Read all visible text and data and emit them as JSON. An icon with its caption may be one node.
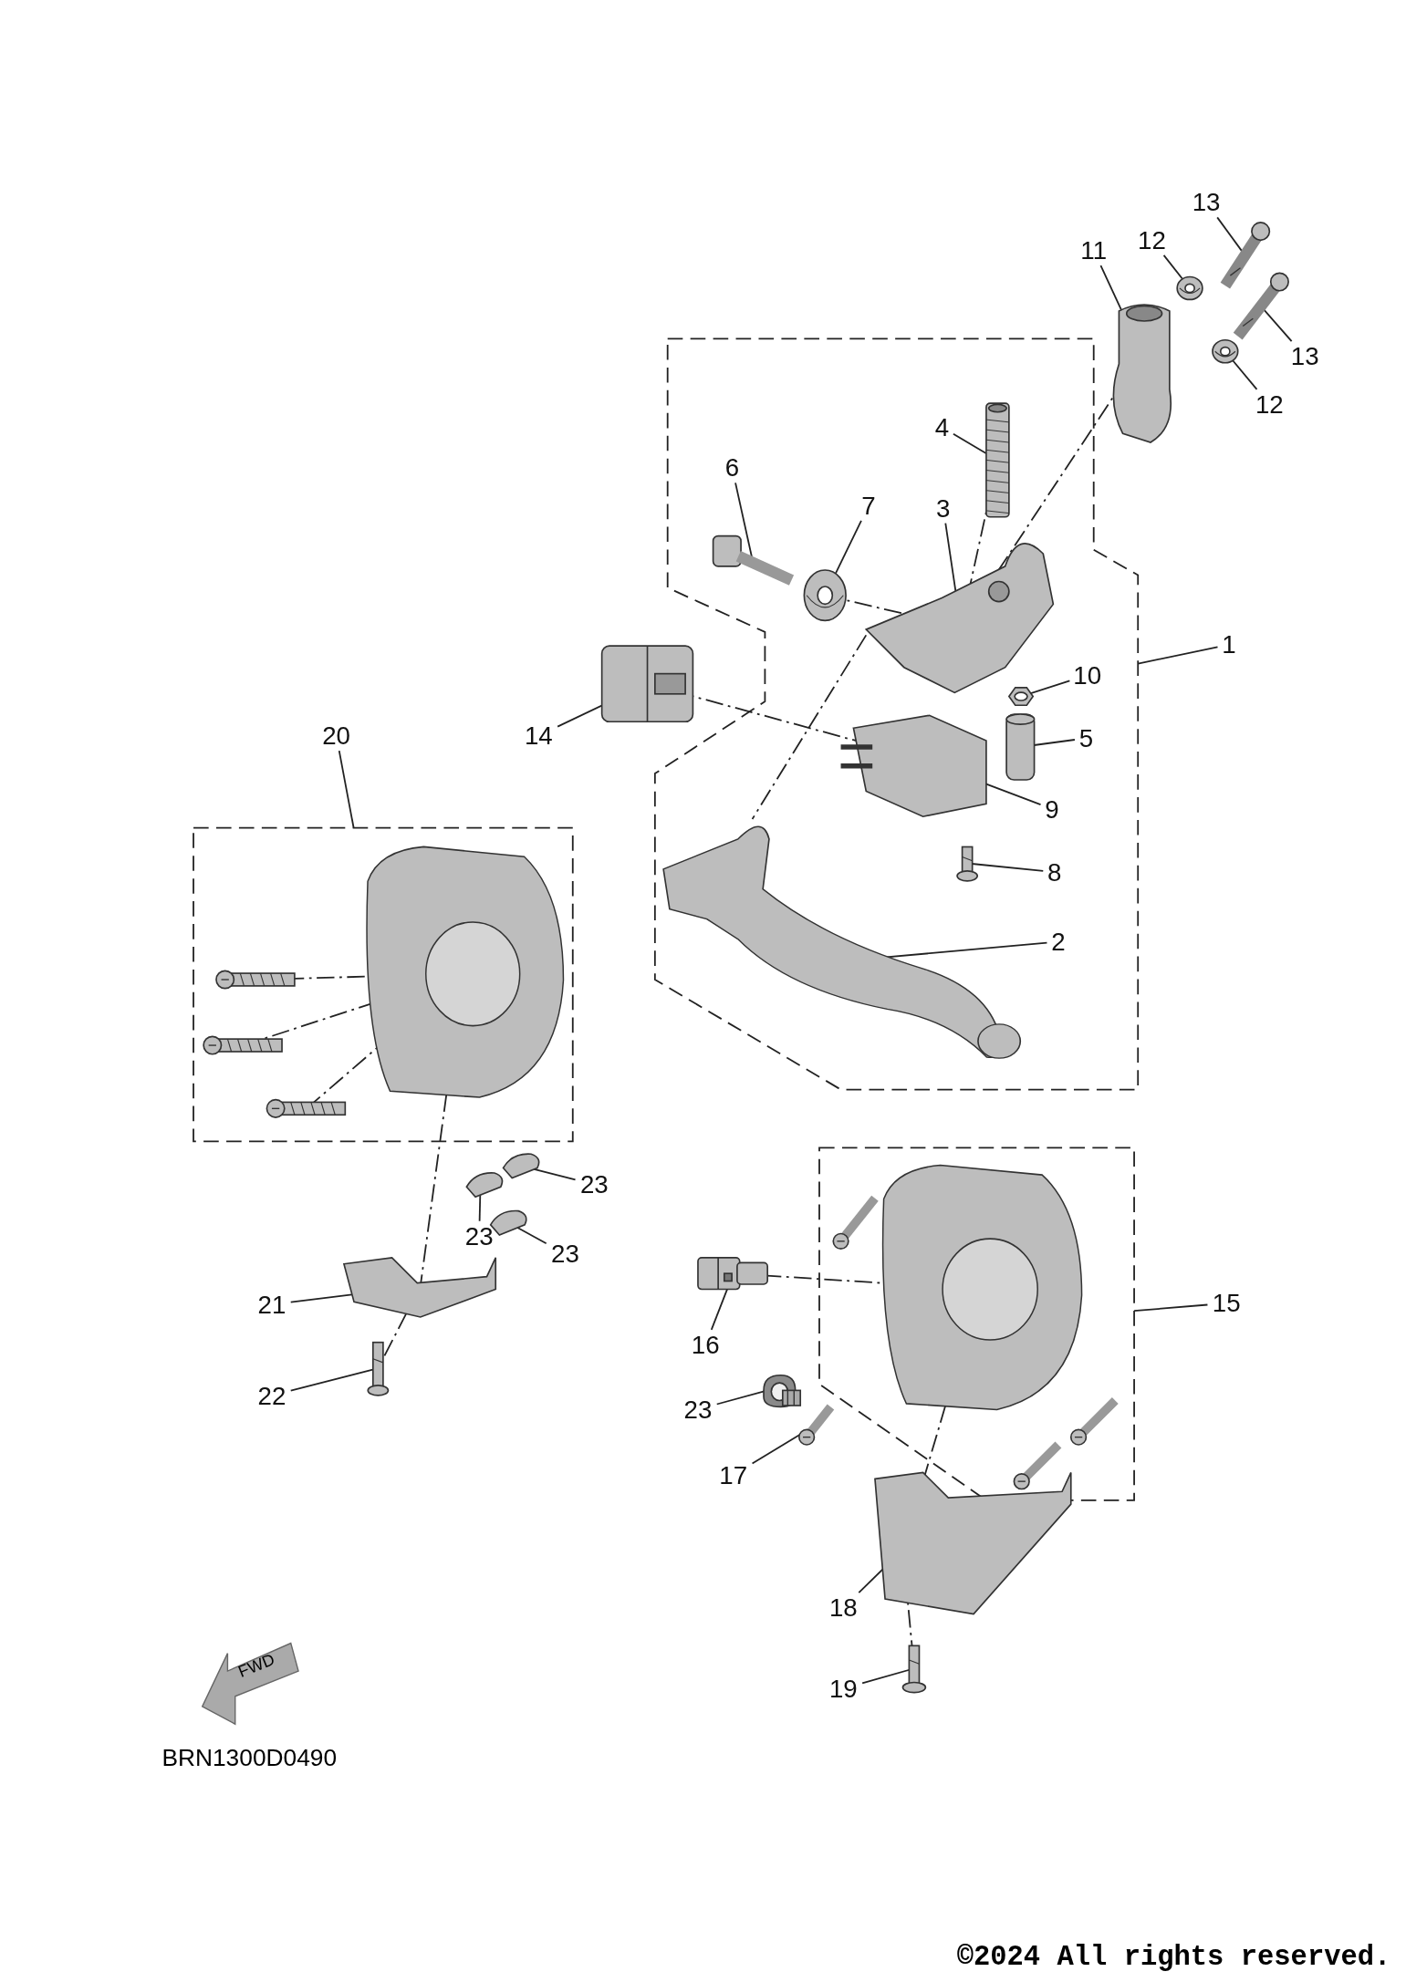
{
  "diagram": {
    "nodes": [
      {
        "text": [
          "13"
        ]
      },
      {
        "text": [
          "12"
        ]
      },
      {
        "text": [
          "11"
        ]
      },
      {
        "text": [],
        "shape": "picture"
      },
      {
        "text": [],
        "shape": "picture"
      },
      {
        "text": [],
        "shape": "picture"
      },
      {
        "text": [],
        "shape": "picture"
      },
      {
        "text": [],
        "shape": "picture"
      },
      {
        "text": [
          "13"
        ]
      },
      {
        "text": [
          "12"
        ]
      },
      {
        "text": [],
        "shape": "box"
      },
      {
        "text": [
          "4"
        ],
        "in": 10
      },
      {
        "text": [],
        "shape": "picture",
        "in": 10
      },
      {
        "text": [
          "6"
        ],
        "in": 10
      },
      {
        "text": [],
        "shape": "picture",
        "in": 10
      },
      {
        "text": [
          "7"
        ],
        "in": 10
      },
      {
        "text": [],
        "shape": "picture",
        "in": 10
      },
      {
        "text": [
          "3"
        ],
        "in": 10
      },
      {
        "text": [],
        "shape": "picture",
        "in": 10
      },
      {
        "text": [
          "10"
        ],
        "in": 10
      },
      {
        "text": [],
        "shape": "picture",
        "in": 10
      },
      {
        "text": [],
        "shape": "picture",
        "in": 10
      },
      {
        "text": [
          "5"
        ],
        "in": 10
      },
      {
        "text": [],
        "shape": "picture",
        "in": 10
      },
      {
        "text": [
          "9"
        ],
        "in": 10
      },
      {
        "text": [],
        "shape": "picture",
        "in": 10
      },
      {
        "text": [
          "8"
        ],
        "in": 10
      },
      {
        "text": [],
        "shape": "picture",
        "in": 10
      },
      {
        "text": [
          "2"
        ],
        "in": 10
      },
      {
        "text": [
          "1"
        ]
      },
      {
        "text": [
          "14"
        ]
      },
      {
        "text": [],
        "shape": "picture"
      },
      {
        "text": [
          "20"
        ]
      },
      {
        "text": [],
        "shape": "box"
      },
      {
        "text": [],
        "shape": "picture",
        "in": 33
      },
      {
        "text": [],
        "shape": "picture",
        "in": 33
      },
      {
        "text": [],
        "shape": "picture",
        "in": 33
      },
      {
        "text": [],
        "shape": "picture",
        "in": 33
      },
      {
        "text": [],
        "shape": "picture"
      },
      {
        "text": [
          "23"
        ]
      },
      {
        "text": [],
        "shape": "picture"
      },
      {
        "text": [
          "23"
        ]
      },
      {
        "text": [],
        "shape": "picture"
      },
      {
        "text": [
          "23"
        ]
      },
      {
        "text": [],
        "shape": "picture"
      },
      {
        "text": [
          "21"
        ]
      },
      {
        "text": [],
        "shape": "picture"
      },
      {
        "text": [
          "22"
        ]
      },
      {
        "text": [],
        "shape": "box"
      },
      {
        "text": [
          "15"
        ]
      },
      {
        "text": [],
        "shape": "picture",
        "in": 48
      },
      {
        "text": [],
        "shape": "picture",
        "in": 48
      },
      {
        "text": [],
        "shape": "picture",
        "in": 48
      },
      {
        "text": [],
        "shape": "picture",
        "in": 48
      },
      {
        "text": [],
        "shape": "picture"
      },
      {
        "text": [
          "16"
        ]
      },
      {
        "text": [],
        "shape": "picture"
      },
      {
        "text": [
          "23"
        ]
      },
      {
        "text": [],
        "shape": "picture"
      },
      {
        "text": [
          "17"
        ]
      },
      {
        "text": [],
        "shape": "picture"
      },
      {
        "text": [
          "18"
        ]
      },
      {
        "text": [],
        "shape": "picture"
      },
      {
        "text": [
          "19"
        ]
      }
    ],
    "edges": [
      {
        "from": 0,
        "to": 3,
        "arrow": "none"
      },
      {
        "from": 1,
        "to": 4,
        "arrow": "none"
      },
      {
        "from": 2,
        "to": 5,
        "arrow": "none"
      },
      {
        "from": 8,
        "to": 6,
        "arrow": "none"
      },
      {
        "from": 9,
        "to": 7,
        "arrow": "none"
      },
      {
        "from": 11,
        "to": 12,
        "arrow": "none"
      },
      {
        "from": 13,
        "to": 14,
        "arrow": "none"
      },
      {
        "from": 15,
        "to": 16,
        "arrow": "none"
      },
      {
        "from": 17,
        "to": 18,
        "arrow": "none"
      },
      {
        "from": 19,
        "to": 20,
        "arrow": "none"
      },
      {
        "from": 22,
        "to": 21,
        "arrow": "none"
      },
      {
        "from": 24,
        "to": 23,
        "arrow": "none"
      },
      {
        "from": 26,
        "to": 25,
        "arrow": "none"
      },
      {
        "from": 28,
        "to": 27,
        "arrow": "none"
      },
      {
        "from": 29,
        "to": 10,
        "arrow": "none"
      },
      {
        "from": 30,
        "to": 31,
        "arrow": "none"
      },
      {
        "from": 32,
        "to": 33,
        "arrow": "none"
      },
      {
        "from": 39,
        "to": 38,
        "arrow": "none"
      },
      {
        "from": 41,
        "to": 40,
        "arrow": "none"
      },
      {
        "from": 43,
        "to": 42,
        "arrow": "none"
      },
      {
        "from": 45,
        "to": 44,
        "arrow": "none"
      },
      {
        "from": 47,
        "to": 46,
        "arrow": "none"
      },
      {
        "from": 49,
        "to": 48,
        "arrow": "none"
      },
      {
        "from": 55,
        "to": 54,
        "arrow": "none"
      },
      {
        "from": 57,
        "to": 56,
        "arrow": "none"
      },
      {
        "from": 59,
        "to": 58,
        "arrow": "none"
      },
      {
        "from": 61,
        "to": 60,
        "arrow": "none"
      },
      {
        "from": 63,
        "to": 62,
        "arrow": "none"
      },
      {
        "from": 5,
        "to": 18,
        "arrow": "none",
        "style": "dashed"
      },
      {
        "from": 12,
        "to": 18,
        "arrow": "none",
        "style": "dashed"
      },
      {
        "from": 16,
        "to": 18,
        "arrow": "none",
        "style": "dashed"
      },
      {
        "from": 18,
        "to": 27,
        "arrow": "none",
        "style": "dashed"
      },
      {
        "from": 31,
        "to": 23,
        "arrow": "none",
        "style": "dashed"
      },
      {
        "from": 35,
        "to": 34,
        "arrow": "none",
        "style": "dashed"
      },
      {
        "from": 36,
        "to": 34,
        "arrow": "none",
        "style": "dashed"
      },
      {
        "from": 37,
        "to": 34,
        "arrow": "none",
        "style": "dashed"
      },
      {
        "from": 34,
        "to": 44,
        "arrow": "none",
        "style": "dashed"
      },
      {
        "from": 44,
        "to": 46,
        "arrow": "none",
        "style": "dashed"
      },
      {
        "from": 54,
        "to": 50,
        "arrow": "none",
        "style": "dashed"
      },
      {
        "from": 50,
        "to": 60,
        "arrow": "none",
        "style": "dashed"
      },
      {
        "from": 60,
        "to": 62,
        "arrow": "none",
        "style": "dashed"
      }
    ],
    "labels": [
      "FWD",
      "BRN1300D0490",
      "©2024 All rights reserved."
    ]
  }
}
